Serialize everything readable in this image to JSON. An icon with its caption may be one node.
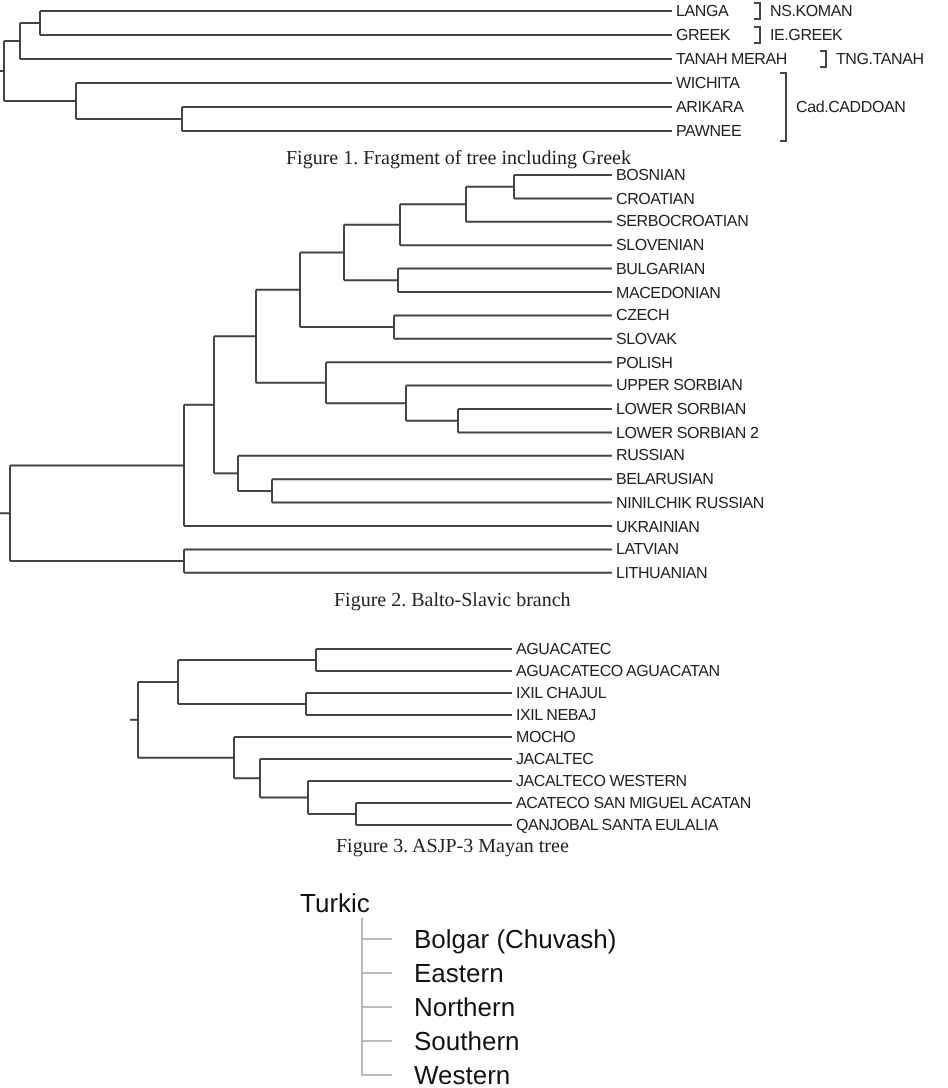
{
  "diagram": {
    "nodes": [
      {
        "text": [
          "Turkic"
        ]
      },
      {
        "text": [
          "Bolgar (Chuvash)"
        ]
      },
      {
        "text": [
          "Eastern"
        ]
      },
      {
        "text": [
          "Northern"
        ]
      },
      {
        "text": [
          "Southern"
        ]
      },
      {
        "text": [
          "Western"
        ]
      }
    ],
    "edges": [
      {
        "from": 0,
        "to": 1,
        "arrow": "none"
      },
      {
        "from": 0,
        "to": 2,
        "arrow": "none"
      },
      {
        "from": 0,
        "to": 3,
        "arrow": "none"
      },
      {
        "from": 0,
        "to": 4,
        "arrow": "none"
      },
      {
        "from": 0,
        "to": 5,
        "arrow": "none"
      }
    ],
    "labels": [
      "LANGA",
      "NS.KOMAN",
      "GREEK",
      "IE.GREEK",
      "TANAH MERAH",
      "TNG.TANAH",
      "WICHITA",
      "ARIKARA",
      "Cad.CADDOAN",
      "PAWNEE",
      "Figure 1.  Fragment of tree including Greek",
      "BOSNIAN",
      "CROATIAN",
      "SERBOCROATIAN",
      "SLOVENIAN",
      "BULGARIAN",
      "MACEDONIAN",
      "CZECH",
      "SLOVAK",
      "POLISH",
      "UPPER SORBIAN",
      "LOWER SORBIAN",
      "LOWER SORBIAN 2",
      "RUSSIAN",
      "BELARUSIAN",
      "NINILCHIK RUSSIAN",
      "UKRAINIAN",
      "LATVIAN",
      "LITHUANIAN",
      "Figure 2. Balto-Slavic branch",
      "AGUACATEC",
      "AGUACATECO AGUACATAN",
      "IXIL CHAJUL",
      "IXIL NEBAJ",
      "MOCHO",
      "JACALTEC",
      "JACALTECO WESTERN",
      "ACATECO SAN MIGUEL ACATAN",
      "QANJOBAL SANTA EULALIA",
      "Figure 3. ASJP-3 Mayan tree"
    ]
  }
}
